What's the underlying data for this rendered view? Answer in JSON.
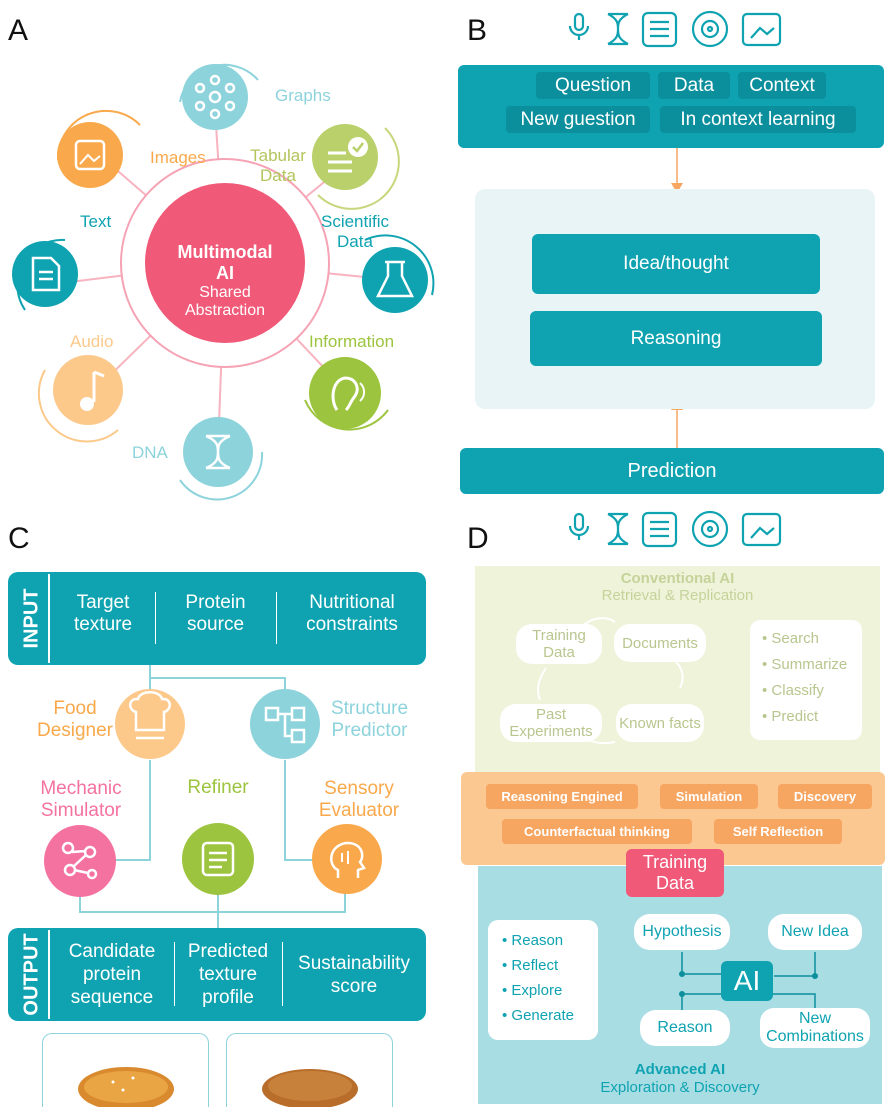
{
  "panels": {
    "a": "A",
    "b": "B",
    "c": "C",
    "d": "D"
  },
  "panel_a": {
    "center_title_1": "Multimodal",
    "center_title_2": "AI",
    "center_sub_1": "Shared",
    "center_sub_2": "Abstraction",
    "modalities": {
      "graphs": "Graphs",
      "images": "Images",
      "tabular_1": "Tabular",
      "tabular_2": "Data",
      "text": "Text",
      "scientific_1": "Scientific",
      "scientific_2": "Data",
      "audio": "Audio",
      "information": "Information",
      "dna": "DNA"
    },
    "colors": {
      "center": "#f05a78",
      "teal": "#0fa3b1",
      "orange": "#f9a94b",
      "green": "#9cc43e",
      "lightblue": "#8dd3dc",
      "peach": "#fcc98b",
      "lime": "#c6d77c"
    }
  },
  "panel_b": {
    "top_chips": [
      "Question",
      "Data",
      "Context",
      "New guestion",
      "In context learning"
    ],
    "idea": "Idea/thought",
    "reasoning": "Reasoning",
    "prediction": "Prediction",
    "icons": [
      "microphone-icon",
      "dna-icon",
      "document-icon",
      "atom-icon",
      "image-icon"
    ]
  },
  "panel_c": {
    "input_label": "INPUT",
    "input_cols": [
      [
        "Target",
        "texture"
      ],
      [
        "Protein",
        "source"
      ],
      [
        "Nutritional",
        "constraints"
      ]
    ],
    "agents": {
      "food_designer": [
        "Food",
        "Designer"
      ],
      "structure_predictor": [
        "Structure",
        "Predictor"
      ],
      "mechanic_simulator": [
        "Mechanic",
        "Simulator"
      ],
      "refiner": "Refiner",
      "sensory_evaluator": [
        "Sensory",
        "Evaluator"
      ]
    },
    "output_label": "OUTPUT",
    "output_cols": [
      [
        "Candidate",
        "protein",
        "sequence"
      ],
      [
        "Predicted",
        "texture",
        "profile"
      ],
      [
        "Sustainability",
        "score"
      ]
    ]
  },
  "panel_d": {
    "conventional_title": "Conventional AI",
    "conventional_sub": "Retrieval & Replication",
    "cycle": [
      "Training Data",
      "Documents",
      "Known facts",
      "Past Experiments"
    ],
    "conv_list": [
      "Search",
      "Summarize",
      "Classify",
      "Predict"
    ],
    "middle_chips": [
      "Reasoning Engined",
      "Simulation",
      "Discovery",
      "Counterfactual thinking",
      "Self Reflection"
    ],
    "training_data": [
      "Training",
      "Data"
    ],
    "adv_list": [
      "Reason",
      "Reflect",
      "Explore",
      "Generate"
    ],
    "ai_label": "AI",
    "nodes": {
      "hypothesis": "Hypothesis",
      "new_idea": "New Idea",
      "reason": "Reason",
      "new_combinations_1": "New",
      "new_combinations_2": "Combinations"
    },
    "advanced_title": "Advanced AI",
    "advanced_sub": "Exploration & Discovery"
  }
}
